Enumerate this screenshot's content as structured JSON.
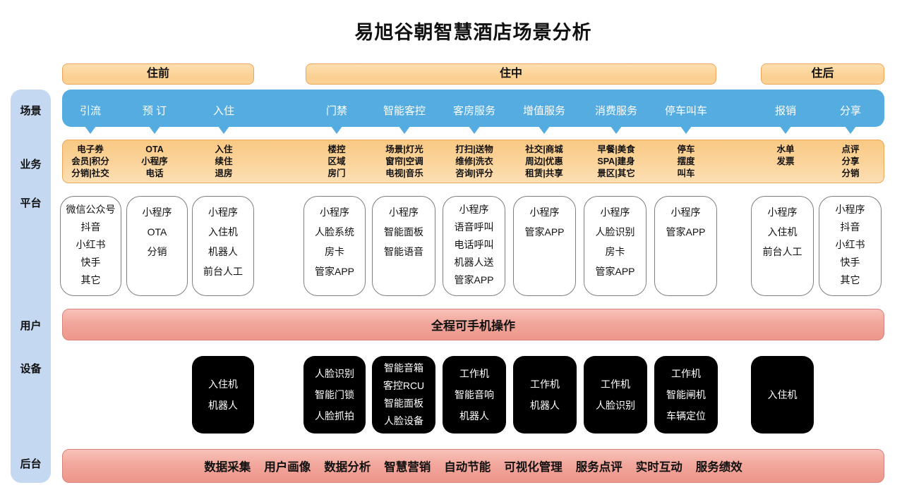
{
  "title": "易旭谷朝智慧酒店场景分析",
  "colors": {
    "scene_bar_blue": "#55ACE1",
    "phase_orange": "#FBD096",
    "phase_border": "#EFA557",
    "business_orange": "#FBD49C",
    "sidebar_blue": "#C5D8F2",
    "pink_bar": "#F2A79C",
    "device_black": "#000000",
    "box_border_gray": "#7F7F7F"
  },
  "sidebar": {
    "items": [
      {
        "label": "场景"
      },
      {
        "label": "业务"
      },
      {
        "label": "平台"
      },
      {
        "label": "用户"
      },
      {
        "label": "设备"
      },
      {
        "label": "后台"
      }
    ]
  },
  "phases": [
    {
      "label": "住前"
    },
    {
      "label": "住中"
    },
    {
      "label": "住后"
    }
  ],
  "scenes": {
    "items": [
      {
        "label": "引流"
      },
      {
        "label": "预 订"
      },
      {
        "label": "入住"
      },
      {
        "label": "门禁"
      },
      {
        "label": "智能客控"
      },
      {
        "label": "客房服务"
      },
      {
        "label": "增值服务"
      },
      {
        "label": "消费服务"
      },
      {
        "label": "停车叫车"
      },
      {
        "label": "报销"
      },
      {
        "label": "分享"
      }
    ]
  },
  "business": {
    "columns": [
      {
        "lines": [
          "电子券",
          "会员|积分",
          "分销|社交"
        ]
      },
      {
        "lines": [
          "OTA",
          "小程序",
          "电话"
        ]
      },
      {
        "lines": [
          "入住",
          "续住",
          "退房"
        ]
      },
      {
        "lines": [
          "楼控",
          "区域",
          "房门"
        ]
      },
      {
        "lines": [
          "场景|灯光",
          "窗帘|空调",
          "电视|音乐"
        ]
      },
      {
        "lines": [
          "打扫|送物",
          "维修|洗衣",
          "咨询|评分"
        ]
      },
      {
        "lines": [
          "社交|商城",
          "周边|优惠",
          "租赁|共享"
        ]
      },
      {
        "lines": [
          "早餐|美食",
          "SPA|建身",
          "景区|其它"
        ]
      },
      {
        "lines": [
          "停车",
          "摆度",
          "叫车"
        ]
      },
      {
        "lines": [
          "水单",
          "发票"
        ]
      },
      {
        "lines": [
          "点评",
          "分享",
          "分销"
        ]
      }
    ]
  },
  "platform": {
    "boxes": [
      {
        "lines": [
          "微信公众号",
          "抖音",
          "小红书",
          "快手",
          "其它"
        ]
      },
      {
        "lines": [
          "小程序",
          "OTA",
          "分销"
        ]
      },
      {
        "lines": [
          "小程序",
          "入住机",
          "机器人",
          "前台人工"
        ]
      },
      {
        "lines": [
          "小程序",
          "人脸系统",
          "房卡",
          "管家APP"
        ]
      },
      {
        "lines": [
          "小程序",
          "智能面板",
          "智能语音"
        ]
      },
      {
        "lines": [
          "小程序",
          "语音呼叫",
          "电话呼叫",
          "机器人送",
          "管家APP"
        ]
      },
      {
        "lines": [
          "小程序",
          "管家APP"
        ]
      },
      {
        "lines": [
          "小程序",
          "人脸识别",
          "房卡",
          "管家APP"
        ]
      },
      {
        "lines": [
          "小程序",
          "管家APP"
        ]
      },
      {
        "lines": [
          "小程序",
          "入住机",
          "前台人工"
        ]
      },
      {
        "lines": [
          "小程序",
          "抖音",
          "小红书",
          "快手",
          "其它"
        ]
      }
    ]
  },
  "user_bar": {
    "label": "全程可手机操作"
  },
  "devices": {
    "boxes": [
      {
        "lines": [
          "入住机",
          "机器人"
        ]
      },
      {
        "lines": [
          "人脸识别",
          "智能门锁",
          "人脸抓拍"
        ]
      },
      {
        "lines": [
          "智能音箱",
          "客控RCU",
          "智能面板",
          "人脸设备"
        ]
      },
      {
        "lines": [
          "工作机",
          "智能音响",
          "机器人"
        ]
      },
      {
        "lines": [
          "工作机",
          "机器人"
        ]
      },
      {
        "lines": [
          "工作机",
          "人脸识别"
        ]
      },
      {
        "lines": [
          "工作机",
          "智能闸机",
          "车辆定位"
        ]
      },
      {
        "lines": [
          "入住机"
        ]
      }
    ]
  },
  "backend": {
    "items": [
      "数据采集",
      "用户画像",
      "数据分析",
      "智慧营销",
      "自动节能",
      "可视化管理",
      "服务点评",
      "实时互动",
      "服务绩效"
    ]
  }
}
